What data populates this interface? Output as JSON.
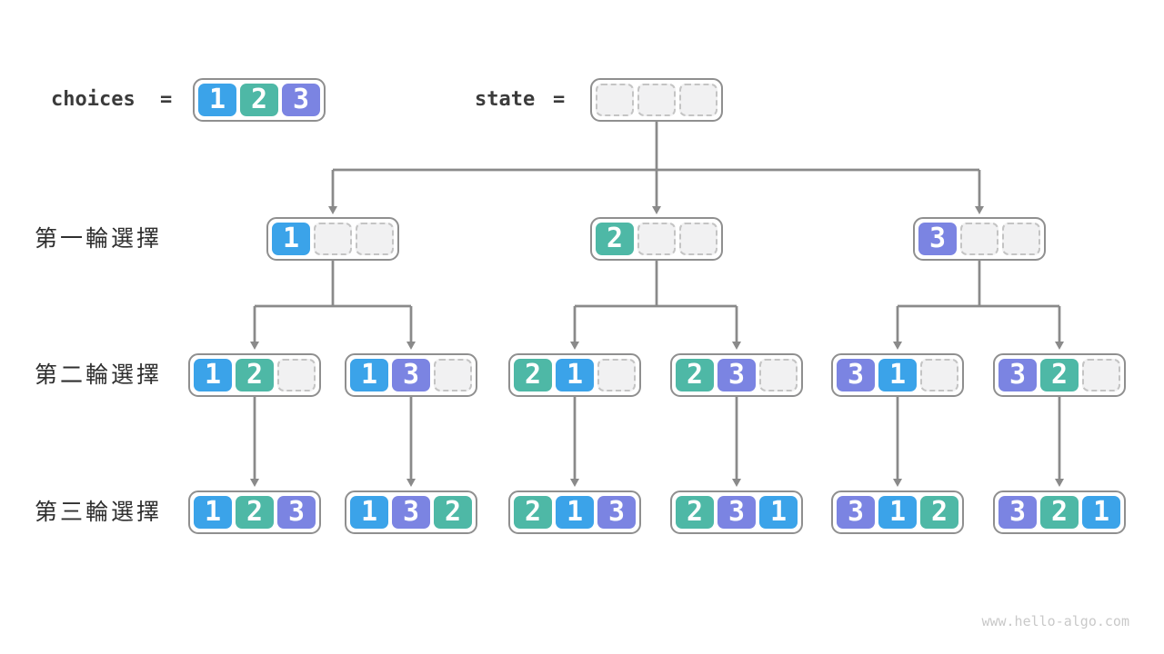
{
  "header": {
    "choices_label": "choices",
    "equals": "=",
    "choices_values": [
      "1",
      "2",
      "3"
    ],
    "state_label": "state",
    "state_values": [
      "",
      "",
      ""
    ]
  },
  "value_colors": {
    "1": "#3ba3e9",
    "2": "#4eb8a6",
    "3": "#7b84e2"
  },
  "rows": [
    {
      "label": "第一輪選擇",
      "nodes": [
        [
          "1",
          "",
          ""
        ],
        [
          "2",
          "",
          ""
        ],
        [
          "3",
          "",
          ""
        ]
      ]
    },
    {
      "label": "第二輪選擇",
      "nodes": [
        [
          "1",
          "2",
          ""
        ],
        [
          "1",
          "3",
          ""
        ],
        [
          "2",
          "1",
          ""
        ],
        [
          "2",
          "3",
          ""
        ],
        [
          "3",
          "1",
          ""
        ],
        [
          "3",
          "2",
          ""
        ]
      ]
    },
    {
      "label": "第三輪選擇",
      "nodes": [
        [
          "1",
          "2",
          "3"
        ],
        [
          "1",
          "3",
          "2"
        ],
        [
          "2",
          "1",
          "3"
        ],
        [
          "2",
          "3",
          "1"
        ],
        [
          "3",
          "1",
          "2"
        ],
        [
          "3",
          "2",
          "1"
        ]
      ]
    }
  ],
  "watermark": "www.hello-algo.com"
}
